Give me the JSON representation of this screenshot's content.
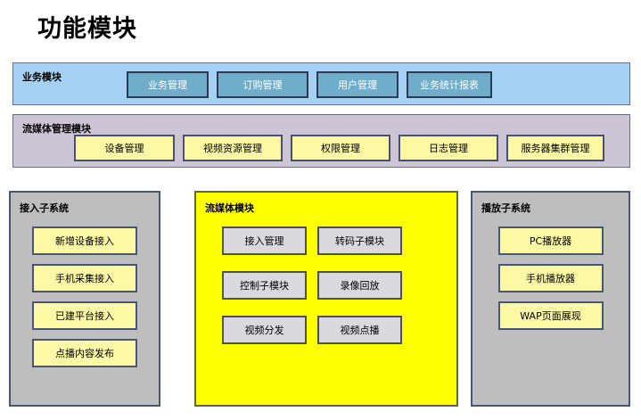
{
  "page": {
    "title": "功能模块"
  },
  "bands": [
    {
      "key": "business",
      "label": "业务模块",
      "background": "#a5d2f2",
      "buttons": [
        {
          "label": "业务管理",
          "width": 92
        },
        {
          "label": "订购管理",
          "width": 103
        },
        {
          "label": "用户管理",
          "width": 92
        },
        {
          "label": "业务统计报表",
          "width": 96
        }
      ]
    },
    {
      "key": "stream_manage",
      "label": "流媒体管理模块",
      "background": "#cdc5d5",
      "buttons": [
        {
          "label": "设备管理",
          "width": 113
        },
        {
          "label": "视频资源管理",
          "width": 112
        },
        {
          "label": "权限管理",
          "width": 112
        },
        {
          "label": "日志管理",
          "width": 112
        },
        {
          "label": "服务器集群管理",
          "width": 110
        }
      ]
    }
  ],
  "panels": [
    {
      "key": "access",
      "label": "接入子系统",
      "style": "gray",
      "buttons": [
        {
          "label": "新增设备接入"
        },
        {
          "label": "手机采集接入"
        },
        {
          "label": "已建平台接入"
        },
        {
          "label": "点播内容发布"
        }
      ]
    },
    {
      "key": "stream_module",
      "label": "流媒体模块",
      "style": "yellow",
      "buttons": [
        {
          "label": "接入管理"
        },
        {
          "label": "转码子模块"
        },
        {
          "label": "控制子模块"
        },
        {
          "label": "录像回放"
        },
        {
          "label": "视频分发"
        },
        {
          "label": "视频点播"
        }
      ]
    },
    {
      "key": "player",
      "label": "播放子系统",
      "style": "gray",
      "buttons": [
        {
          "label": "PC播放器"
        },
        {
          "label": "手机播放器"
        },
        {
          "label": "WAP页面展现"
        }
      ]
    }
  ],
  "colors": {
    "band_business_bg": "#a5d2f2",
    "band_business_button": "#6fadc8",
    "band_stream_bg": "#cdc5d5",
    "yellow_button": "#fbf8a6",
    "panel_gray": "#bebebe",
    "panel_yellow": "#ffff00",
    "gray_button": "#d9d9de",
    "border_navy": "#2b3a57"
  }
}
